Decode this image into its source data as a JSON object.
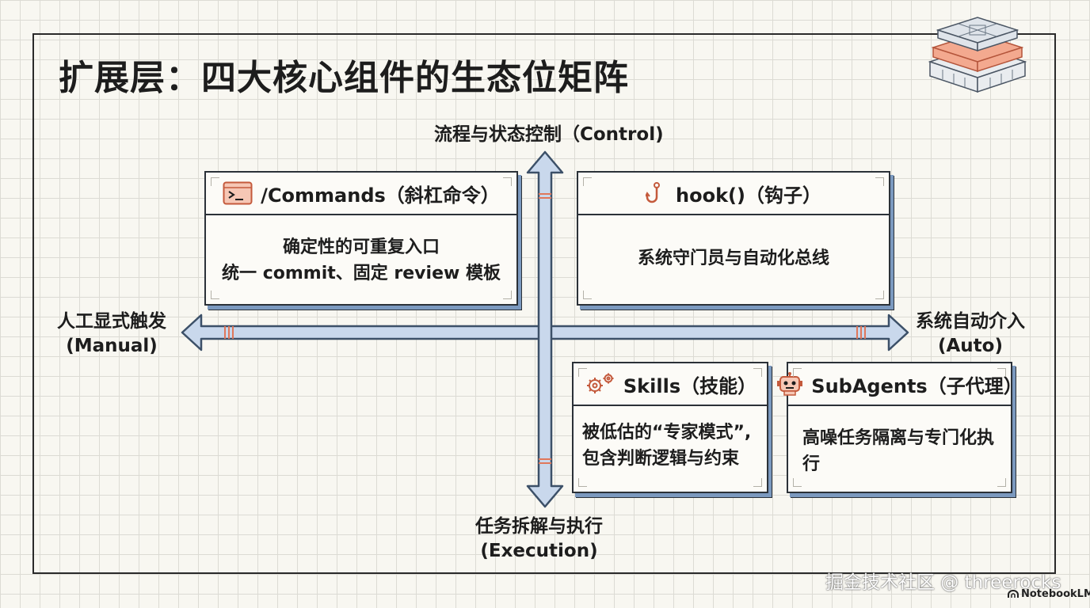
{
  "title": "扩展层：四大核心组件的生态位矩阵",
  "axes": {
    "top": "流程与状态控制（Control)",
    "bottom_line1": "任务拆解与执行",
    "bottom_line2": "(Execution)",
    "left_line1": "人工显式触发",
    "left_line2": "(Manual)",
    "right_line1": "系统自动介入",
    "right_line2": "(Auto)"
  },
  "cards": {
    "commands": {
      "title": "/Commands（斜杠命令）",
      "icon": "terminal-icon",
      "line1": "确定性的可重复入口",
      "line2": "统一 commit、固定 review 模板"
    },
    "hook": {
      "title": "hook()（钩子）",
      "icon": "hook-icon",
      "line1": "系统守门员与自动化总线"
    },
    "skills": {
      "title": "Skills（技能）",
      "icon": "gears-icon",
      "line1": "被低估的“专家模式”,",
      "line2": "包含判断逻辑与约束"
    },
    "subagents": {
      "title": "SubAgents（子代理）",
      "icon": "robot-icon",
      "line1": "高噪任务隔离与专门化执",
      "line2": "行"
    }
  },
  "watermark": "掘金技术社区 @ threerocks",
  "brand": "NotebookLM",
  "colors": {
    "accent": "#e0775a",
    "arrow_fill": "#c9d8ec",
    "arrow_stroke": "#3c5068"
  }
}
